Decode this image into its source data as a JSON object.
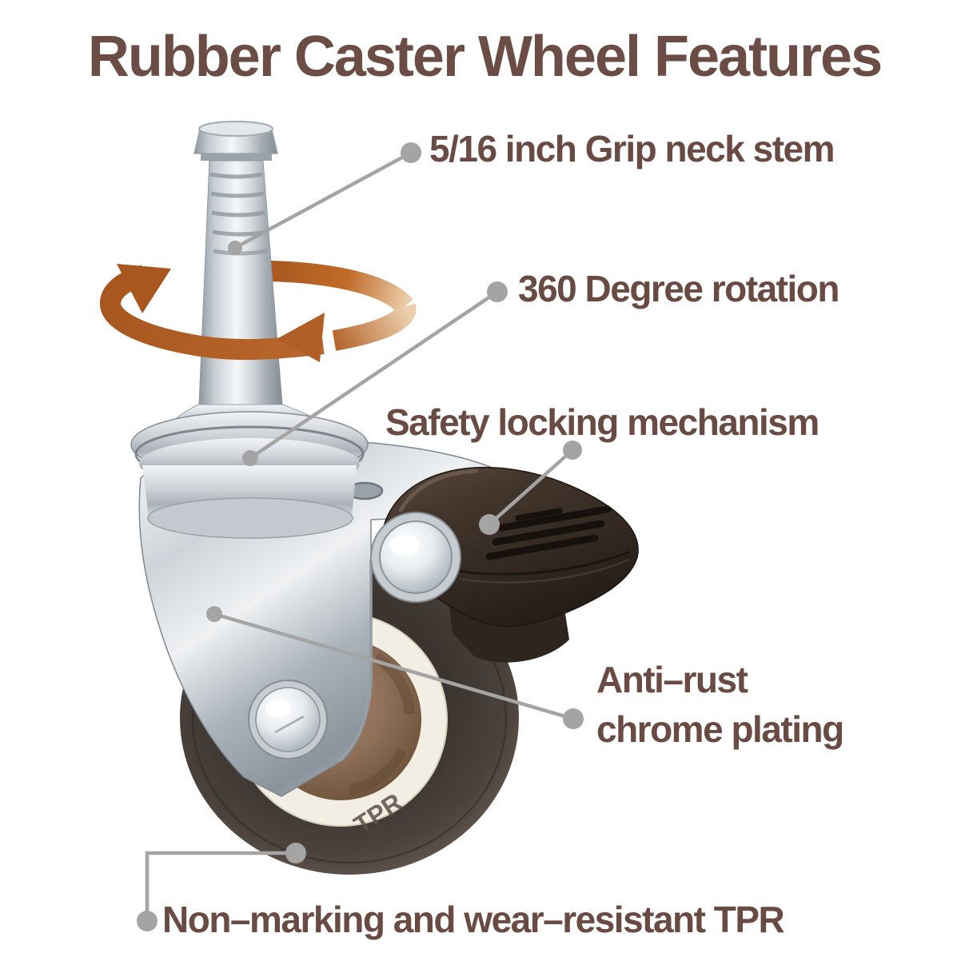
{
  "title": "Rubber Caster Wheel Features",
  "callouts": {
    "stem": "5/16 inch Grip neck stem",
    "rotation": "360 Degree rotation",
    "lock": "Safety locking mechanism",
    "plating_line1": "Anti–rust",
    "plating_line2": "chrome plating",
    "tread": "Non–marking and wear–resistant TPR"
  },
  "wheel": {
    "embossed_text": "TPR"
  },
  "icons": {
    "rotation_arrow": "circular-360-rotation-arrow",
    "leader_style": "gray-line-with-round-endpoints"
  },
  "colors": {
    "background": "#ffffff",
    "title_text": "#6b4d45",
    "callout_text": "#6a4b43",
    "leader_gray": "#a4a4a4",
    "arrow_orange_dark": "#a8581f",
    "arrow_orange_light": "#ecd0ae",
    "chrome_light": "#f4f6f8",
    "chrome_dark": "#8b949d",
    "brake_plastic": "#3a2f27",
    "wheel_tread": "#463d38",
    "wheel_ring_white": "#f3eee3",
    "wheel_hub_brown": "#8d6e57"
  }
}
